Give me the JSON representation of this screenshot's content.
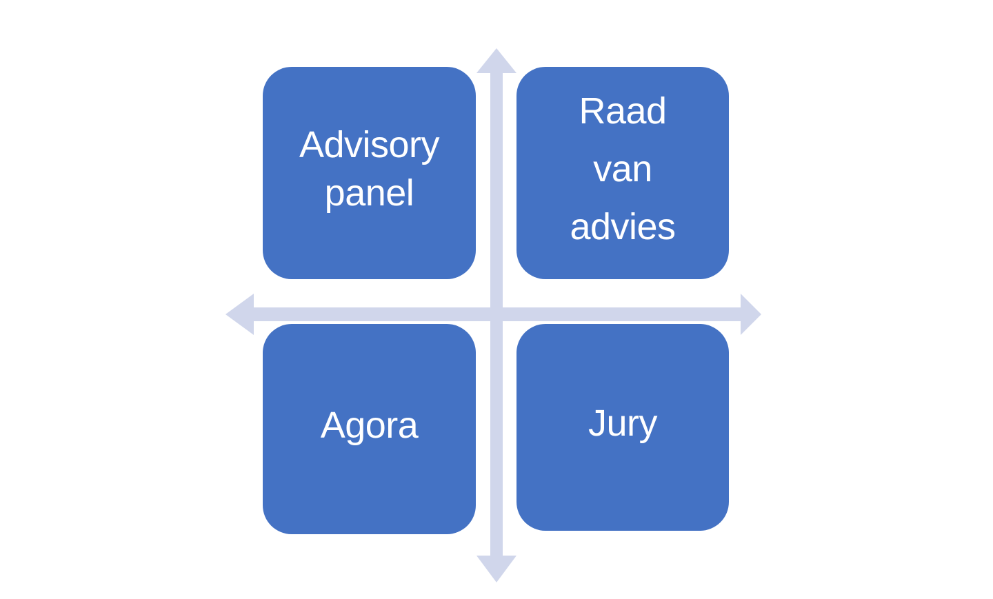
{
  "diagram": {
    "type": "quadrant-matrix",
    "colors": {
      "box_fill": "#4472C4",
      "arrow_fill": "#D0D6EB",
      "text": "#FFFFFF",
      "background": "#FFFFFF"
    },
    "quadrants": [
      {
        "position": "top-left",
        "label": "Advisory panel",
        "lines": [
          "Advisory",
          "panel"
        ]
      },
      {
        "position": "top-right",
        "label": "Raad van advies",
        "lines": [
          "Raad",
          "van",
          "advies"
        ]
      },
      {
        "position": "bottom-left",
        "label": "Agora",
        "lines": [
          "Agora"
        ]
      },
      {
        "position": "bottom-right",
        "label": "Jury",
        "lines": [
          "Jury"
        ]
      }
    ],
    "axes": [
      {
        "orientation": "vertical",
        "direction": "bidirectional",
        "icon": "double-arrow-vertical"
      },
      {
        "orientation": "horizontal",
        "direction": "bidirectional",
        "icon": "double-arrow-horizontal"
      }
    ]
  }
}
